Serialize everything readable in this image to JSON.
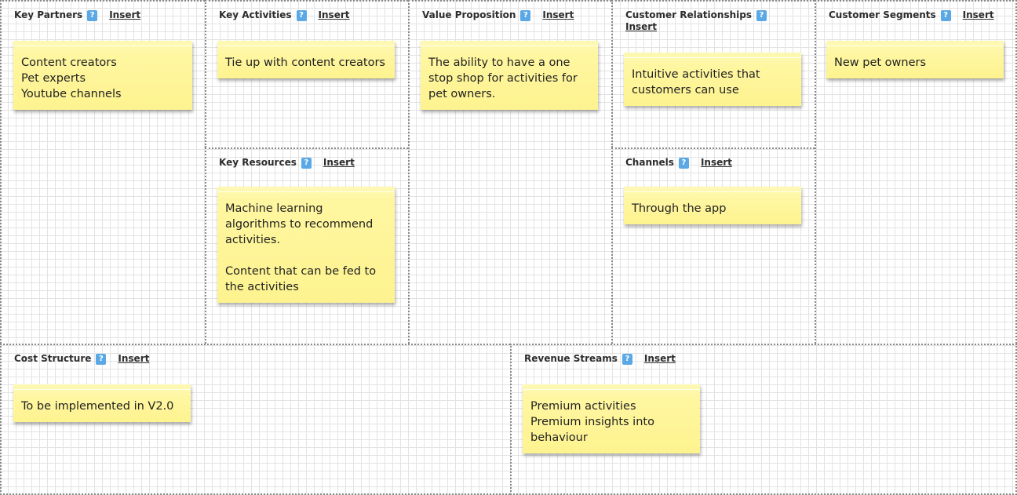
{
  "canvas": {
    "insert_label": "Insert",
    "help_symbol": "?",
    "blocks": {
      "key_partners": {
        "title": "Key Partners",
        "notes": [
          "Content creators\nPet experts\nYoutube channels"
        ]
      },
      "key_activities": {
        "title": "Key Activities",
        "notes": [
          "Tie up with content creators"
        ]
      },
      "key_resources": {
        "title": "Key Resources",
        "notes": [
          "Machine learning algorithms to recommend activities.\n\nContent that can be fed to the activities"
        ]
      },
      "value_proposition": {
        "title": "Value Proposition",
        "notes": [
          "The ability to have a one stop shop for activities for pet owners."
        ]
      },
      "customer_relationships": {
        "title": "Customer Relationships",
        "notes": [
          "Intuitive activities that customers can use"
        ]
      },
      "channels": {
        "title": "Channels",
        "notes": [
          "Through the app"
        ]
      },
      "customer_segments": {
        "title": "Customer Segments",
        "notes": [
          "New pet owners"
        ]
      },
      "cost_structure": {
        "title": "Cost Structure",
        "notes": [
          "To be implemented in V2.0"
        ]
      },
      "revenue_streams": {
        "title": "Revenue Streams",
        "notes": [
          "Premium activities\nPremium insights into behaviour"
        ]
      }
    }
  }
}
